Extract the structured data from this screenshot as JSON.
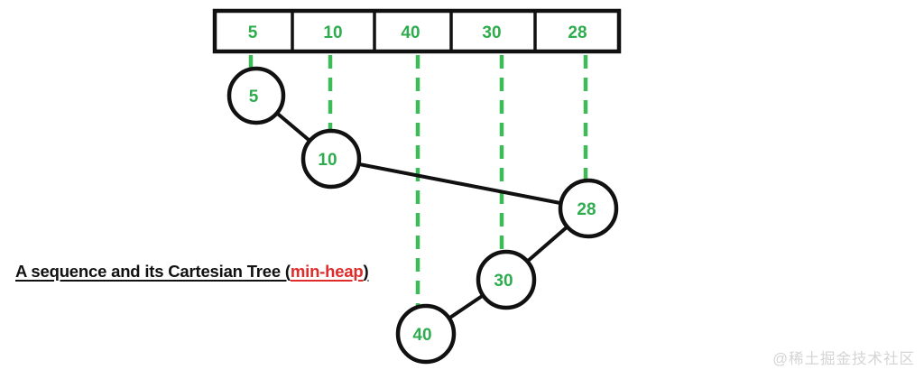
{
  "diagram_type": "cartesian-tree-min-heap",
  "colors": {
    "node_value_green": "#2eac4e",
    "dashed_line_green": "#3cbb58",
    "outline_black": "#111111",
    "highlight_red": "#e02b2b",
    "watermark_gray": "#d4d4d4",
    "background": "#ffffff"
  },
  "sequence": {
    "values": [
      "5",
      "10",
      "40",
      "30",
      "28"
    ]
  },
  "tree": {
    "nodes": [
      {
        "label": "5"
      },
      {
        "label": "10"
      },
      {
        "label": "28"
      },
      {
        "label": "30"
      },
      {
        "label": "40"
      }
    ],
    "edges": [
      {
        "from": "5",
        "to": "10"
      },
      {
        "from": "10",
        "to": "28"
      },
      {
        "from": "28",
        "to": "30"
      },
      {
        "from": "30",
        "to": "40"
      }
    ]
  },
  "caption": {
    "prefix": "A sequence and its Cartesian Tree (",
    "highlight": "min-heap",
    "suffix": ")"
  },
  "watermark": "@稀土掘金技术社区"
}
